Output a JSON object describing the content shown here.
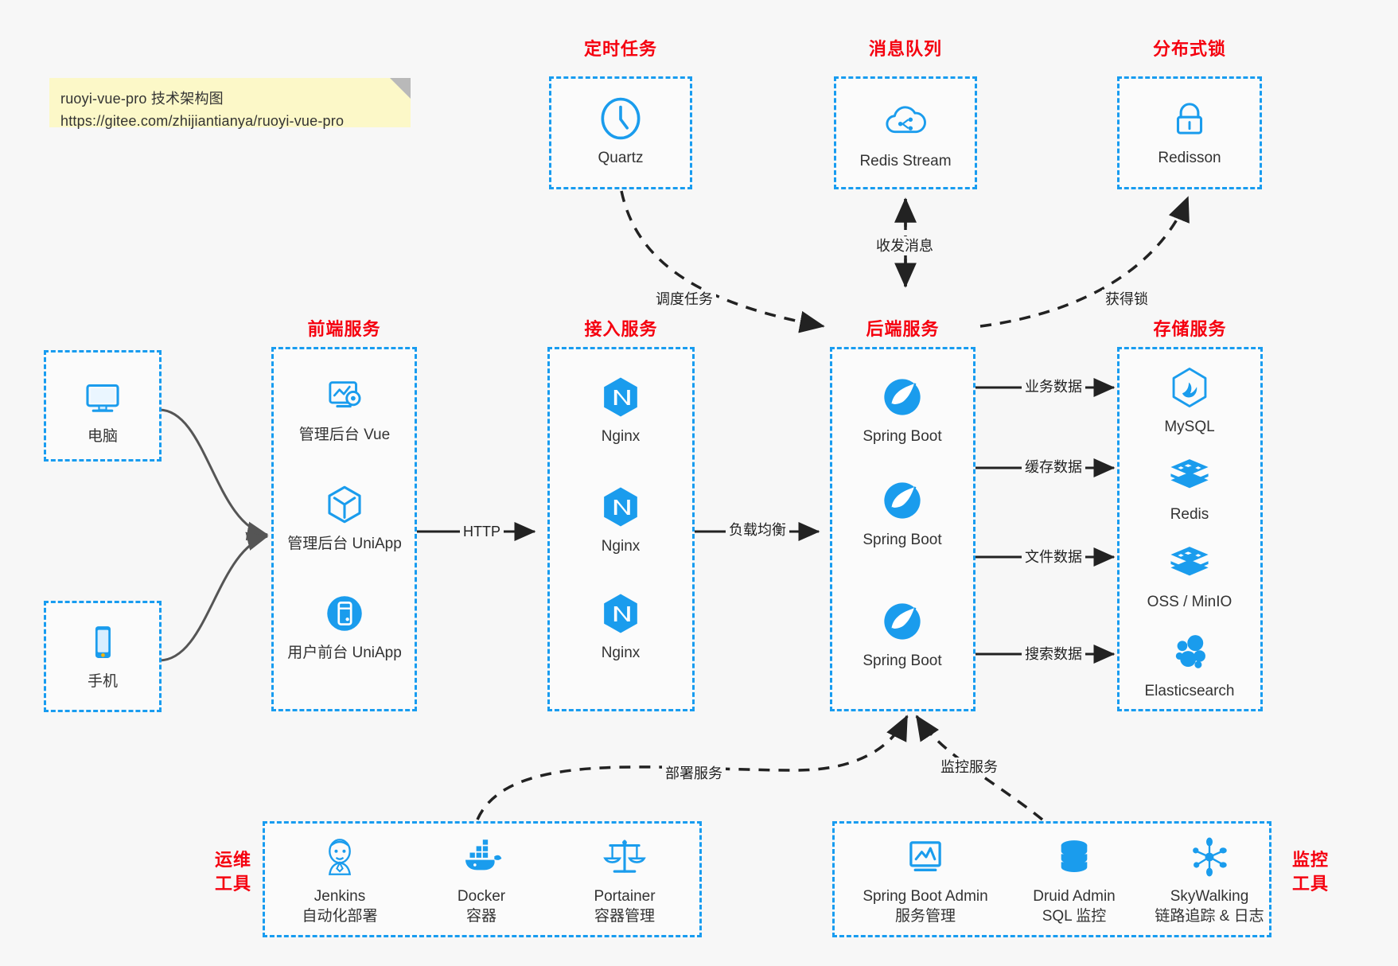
{
  "note": {
    "line1": "ruoyi-vue-pro 技术架构图",
    "line2": "https://gitee.com/zhijiantianya/ruoyi-vue-pro"
  },
  "colors": {
    "box_border": "#189cf0",
    "group_label": "#f5000f",
    "icon_blue": "#1a9ced",
    "edge": "#222222",
    "client_edge": "#555555",
    "note_bg": "#fcf8c8",
    "canvas_bg": "#f7f7f7"
  },
  "groups": {
    "scheduled_task": {
      "label": "定时任务"
    },
    "message_queue": {
      "label": "消息队列"
    },
    "distributed_lock": {
      "label": "分布式锁"
    },
    "frontend": {
      "label": "前端服务"
    },
    "gateway": {
      "label": "接入服务"
    },
    "backend": {
      "label": "后端服务"
    },
    "storage": {
      "label": "存储服务"
    },
    "devops": {
      "label": "运维\n工具",
      "label_l1": "运维",
      "label_l2": "工具"
    },
    "monitor": {
      "label": "监控\n工具",
      "label_l1": "监控",
      "label_l2": "工具"
    }
  },
  "nodes": {
    "quartz": {
      "caption": "Quartz",
      "icon": "clock-icon"
    },
    "redis_stream": {
      "caption": "Redis Stream",
      "icon": "cloud-stream-icon"
    },
    "redisson": {
      "caption": "Redisson",
      "icon": "lock-icon"
    },
    "pc": {
      "caption": "电脑",
      "icon": "desktop-icon"
    },
    "phone": {
      "caption": "手机",
      "icon": "mobile-icon"
    },
    "admin_vue": {
      "caption": "管理后台 Vue",
      "icon": "dashboard-gear-icon"
    },
    "admin_uniapp": {
      "caption": "管理后台 UniApp",
      "icon": "cube-icon"
    },
    "user_uniapp": {
      "caption": "用户前台 UniApp",
      "icon": "app-circle-icon"
    },
    "nginx1": {
      "caption": "Nginx",
      "icon": "nginx-icon"
    },
    "nginx2": {
      "caption": "Nginx",
      "icon": "nginx-icon"
    },
    "nginx3": {
      "caption": "Nginx",
      "icon": "nginx-icon"
    },
    "springboot1": {
      "caption": "Spring Boot",
      "icon": "spring-boot-icon"
    },
    "springboot2": {
      "caption": "Spring Boot",
      "icon": "spring-boot-icon"
    },
    "springboot3": {
      "caption": "Spring Boot",
      "icon": "spring-boot-icon"
    },
    "mysql": {
      "caption": "MySQL",
      "icon": "mysql-icon"
    },
    "redis": {
      "caption": "Redis",
      "icon": "redis-icon"
    },
    "oss": {
      "caption": "OSS / MinIO",
      "icon": "storage-layers-icon"
    },
    "elasticsearch": {
      "caption": "Elasticsearch",
      "icon": "elasticsearch-icon"
    },
    "jenkins": {
      "caption": "Jenkins",
      "sub": "自动化部署",
      "icon": "jenkins-icon"
    },
    "docker": {
      "caption": "Docker",
      "sub": "容器",
      "icon": "docker-icon"
    },
    "portainer": {
      "caption": "Portainer",
      "sub": "容器管理",
      "icon": "scales-icon"
    },
    "spring_boot_admin": {
      "caption": "Spring Boot Admin",
      "sub": "服务管理",
      "icon": "monitor-chart-icon"
    },
    "druid_admin": {
      "caption": "Druid Admin",
      "sub": "SQL 监控",
      "icon": "database-icon"
    },
    "skywalking": {
      "caption": "SkyWalking",
      "sub": "链路追踪 & 日志",
      "icon": "skywalking-icon"
    }
  },
  "edges": {
    "http": "HTTP",
    "load_balance": "负载均衡",
    "schedule_task": "调度任务",
    "send_receive_message": "收发消息",
    "acquire_lock": "获得锁",
    "business_data": "业务数据",
    "cache_data": "缓存数据",
    "file_data": "文件数据",
    "search_data": "搜索数据",
    "deploy_service": "部署服务",
    "monitor_service": "监控服务"
  }
}
